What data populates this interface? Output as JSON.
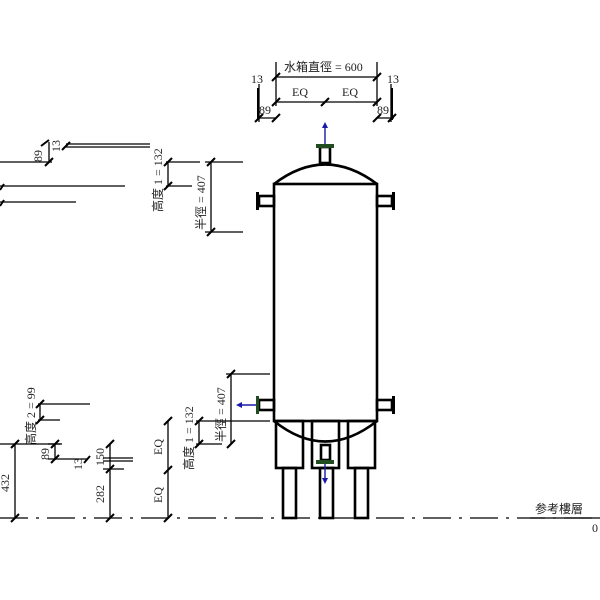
{
  "top_dims": {
    "diameter": "水箱直徑 = 600",
    "eq_left": "EQ",
    "eq_right": "EQ",
    "offset_left_13": "13",
    "offset_right_13": "13",
    "offset_left_89": "89",
    "offset_right_89": "89"
  },
  "left_upper_dims": {
    "d89": "89",
    "d13": "13",
    "height1": "高度 1 = 132",
    "radius": "半徑 = 407"
  },
  "left_lower_dims": {
    "height2": "高度 2 = 99",
    "d89": "89",
    "d13": "13",
    "d150": "150",
    "d432": "432",
    "d282": "282",
    "eq_top": "EQ",
    "eq_bottom": "EQ",
    "height1": "高度 1 = 132",
    "radius": "半徑 = 407"
  },
  "reference_level": {
    "name": "参考樓層",
    "elevation": "0"
  },
  "colors": {
    "connector_arrow": "#1a1aa8",
    "flange": "#1f4d1f"
  }
}
